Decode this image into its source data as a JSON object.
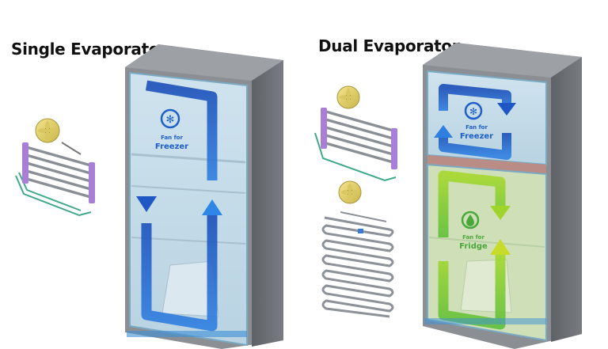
{
  "headings": {
    "single": "Single Evaporator",
    "dual": "Dual Evaporator"
  },
  "labels": {
    "single_freezer_line1": "Fan for",
    "single_freezer_line2": "Freezer",
    "dual_freezer_line1": "Fan for",
    "dual_freezer_line2": "Freezer",
    "dual_fridge_line1": "Fan for",
    "dual_fridge_line2": "Fridge"
  },
  "icons": {
    "freezer_fan": "snowflake-fan-icon",
    "fridge_fan": "water-drop-fan-icon"
  },
  "colors": {
    "freezer_airflow": "#1f5fc9",
    "fridge_airflow": "#8fd12a",
    "cabinet": "#6b6f74",
    "coil": "#9b6fc9"
  }
}
